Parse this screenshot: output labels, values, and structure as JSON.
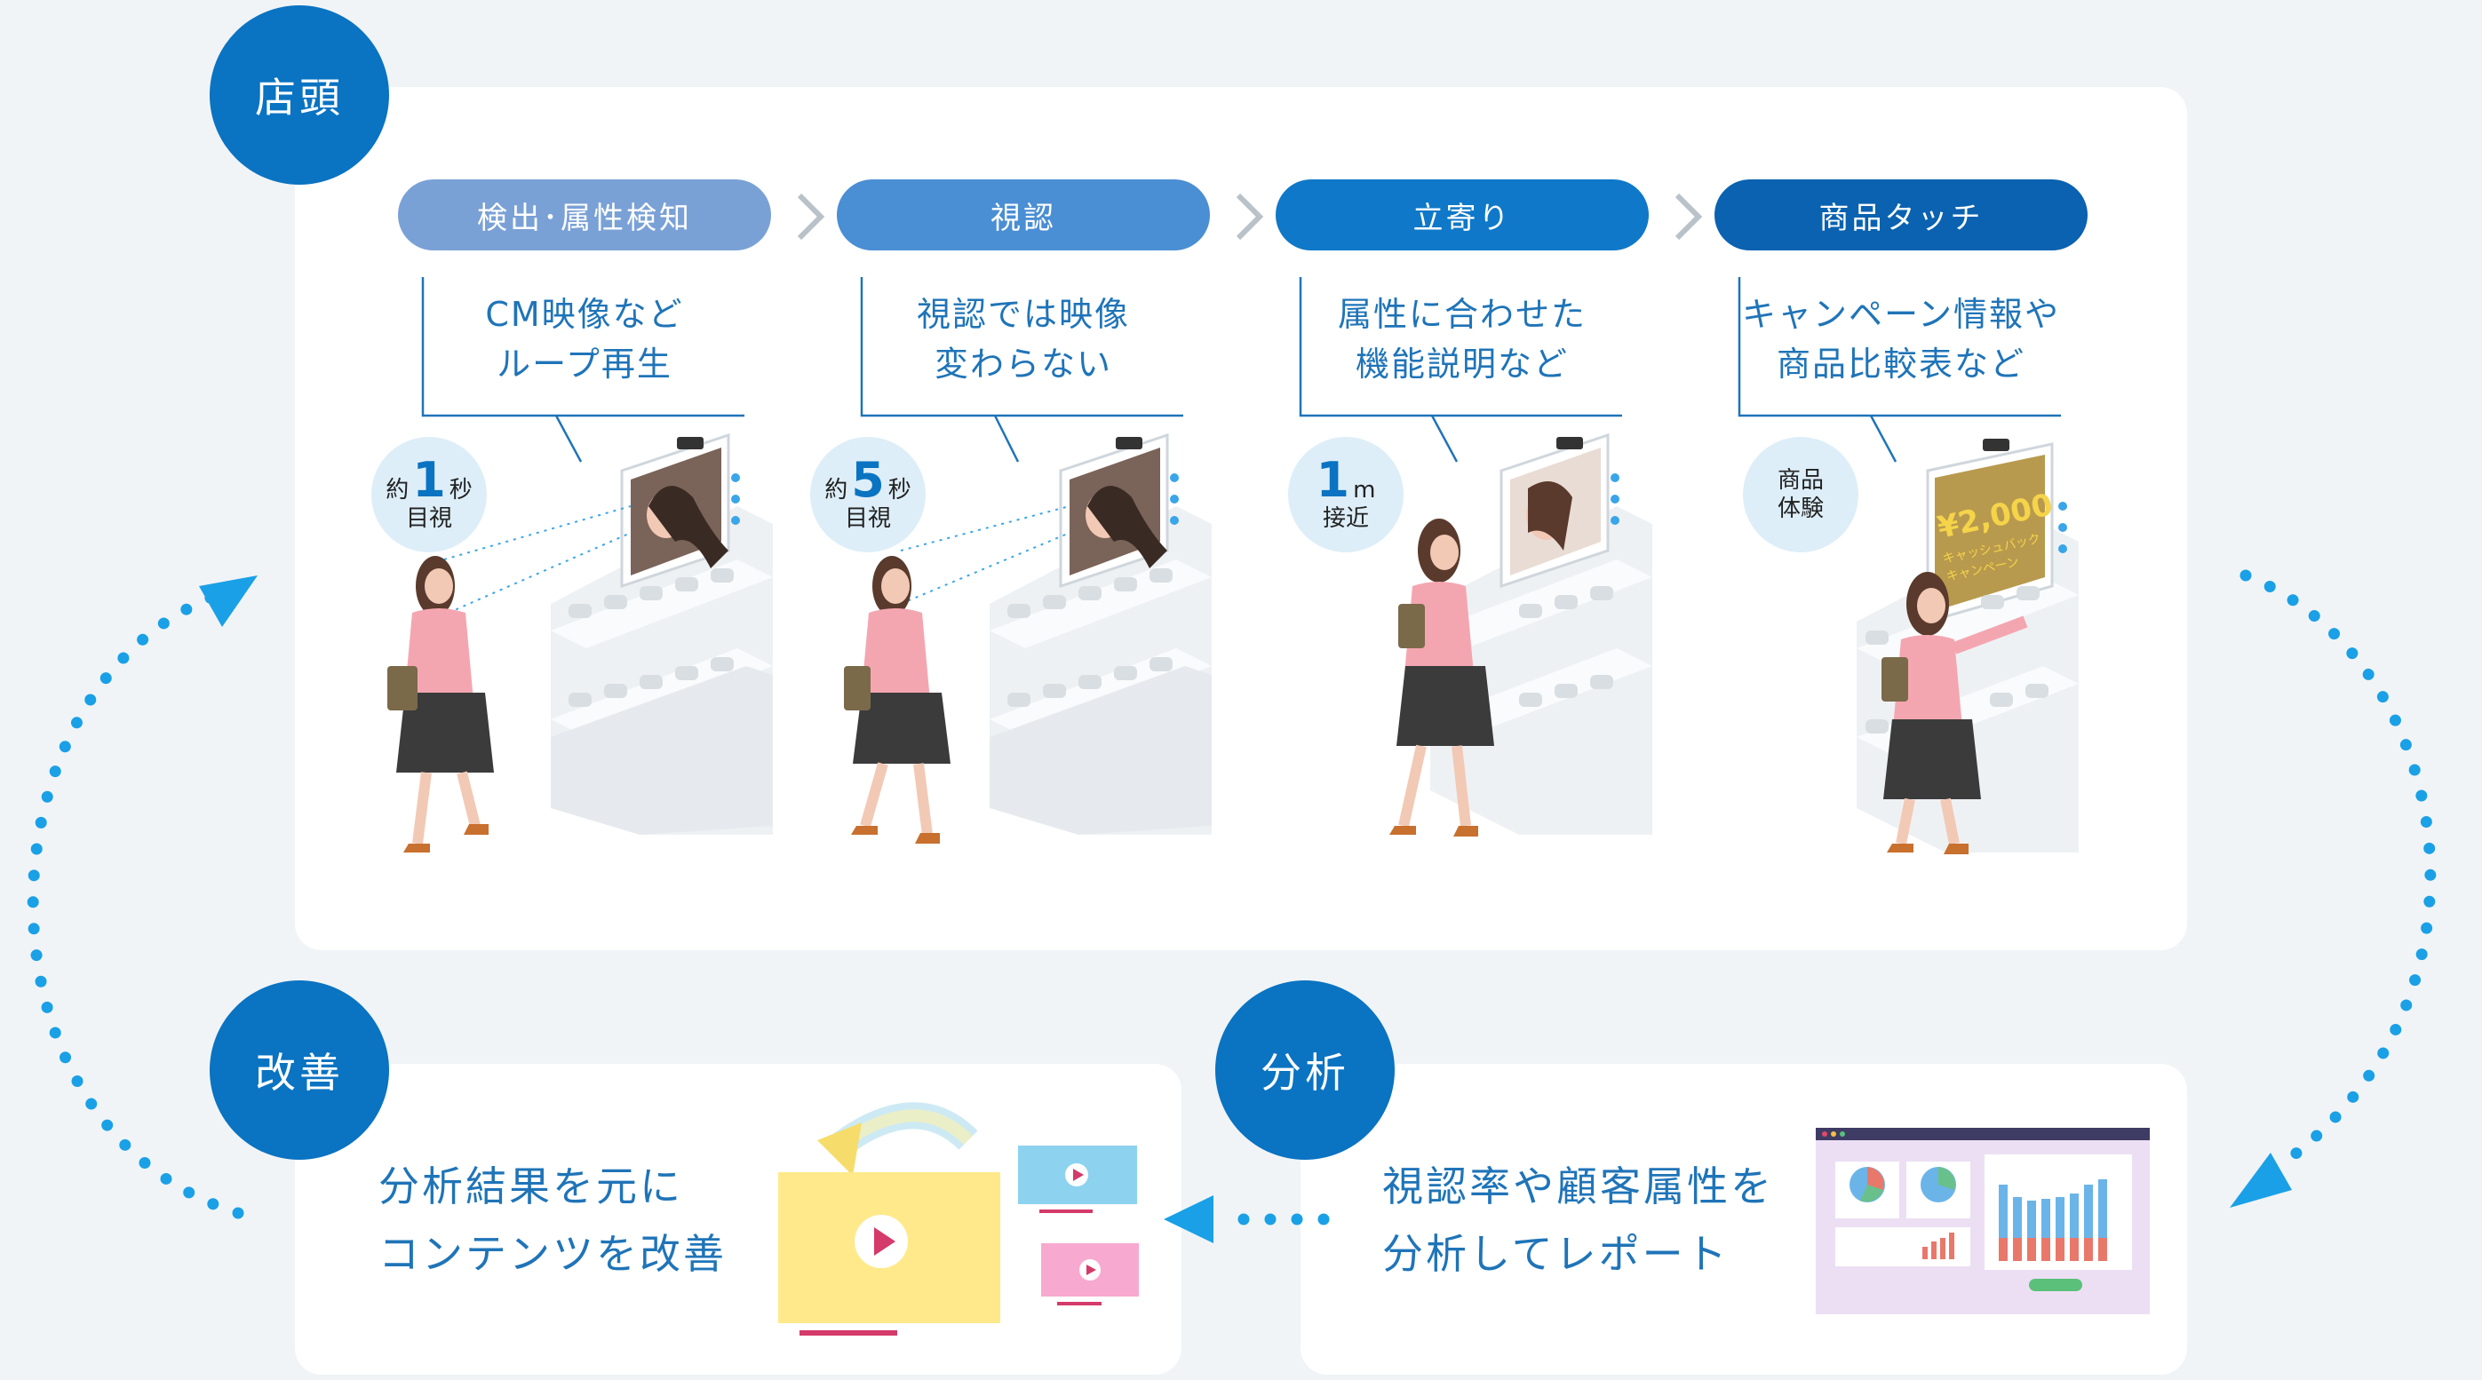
{
  "sections": {
    "store": "店頭",
    "improve": "改善",
    "analyze": "分析"
  },
  "steps": [
    {
      "label": "検出･属性検知",
      "color": "#7aa1d6",
      "callout1": "CM映像など",
      "callout2": "ループ再生",
      "badge_pre": "約",
      "badge_num": "1",
      "badge_post": "秒",
      "badge_sub": "目視"
    },
    {
      "label": "視認",
      "color": "#4a8ed4",
      "callout1": "視認では映像",
      "callout2": "変わらない",
      "badge_pre": "約",
      "badge_num": "5",
      "badge_post": "秒",
      "badge_sub": "目視"
    },
    {
      "label": "立寄り",
      "color": "#0f78c8",
      "callout1": "属性に合わせた",
      "callout2": "機能説明など",
      "badge_num": "1",
      "badge_post": "m",
      "badge_sub": "接近"
    },
    {
      "label": "商品タッチ",
      "color": "#0a62b0",
      "callout1": "キャンペーン情報や",
      "callout2": "商品比較表など",
      "badge_line1": "商品",
      "badge_line2": "体験"
    }
  ],
  "screen4": {
    "price": "¥2,000",
    "line1": "キャッシュバック",
    "line2": "キャンペーン"
  },
  "improve_text": {
    "line1": "分析結果を元に",
    "line2": "コンテンツを改善"
  },
  "analyze_text": {
    "line1": "視認率や顧客属性を",
    "line2": "分析してレポート"
  },
  "colors": {
    "accent": "#0a73c2",
    "callout_text": "#1f74b8",
    "arrow": "#1aa0e6"
  }
}
